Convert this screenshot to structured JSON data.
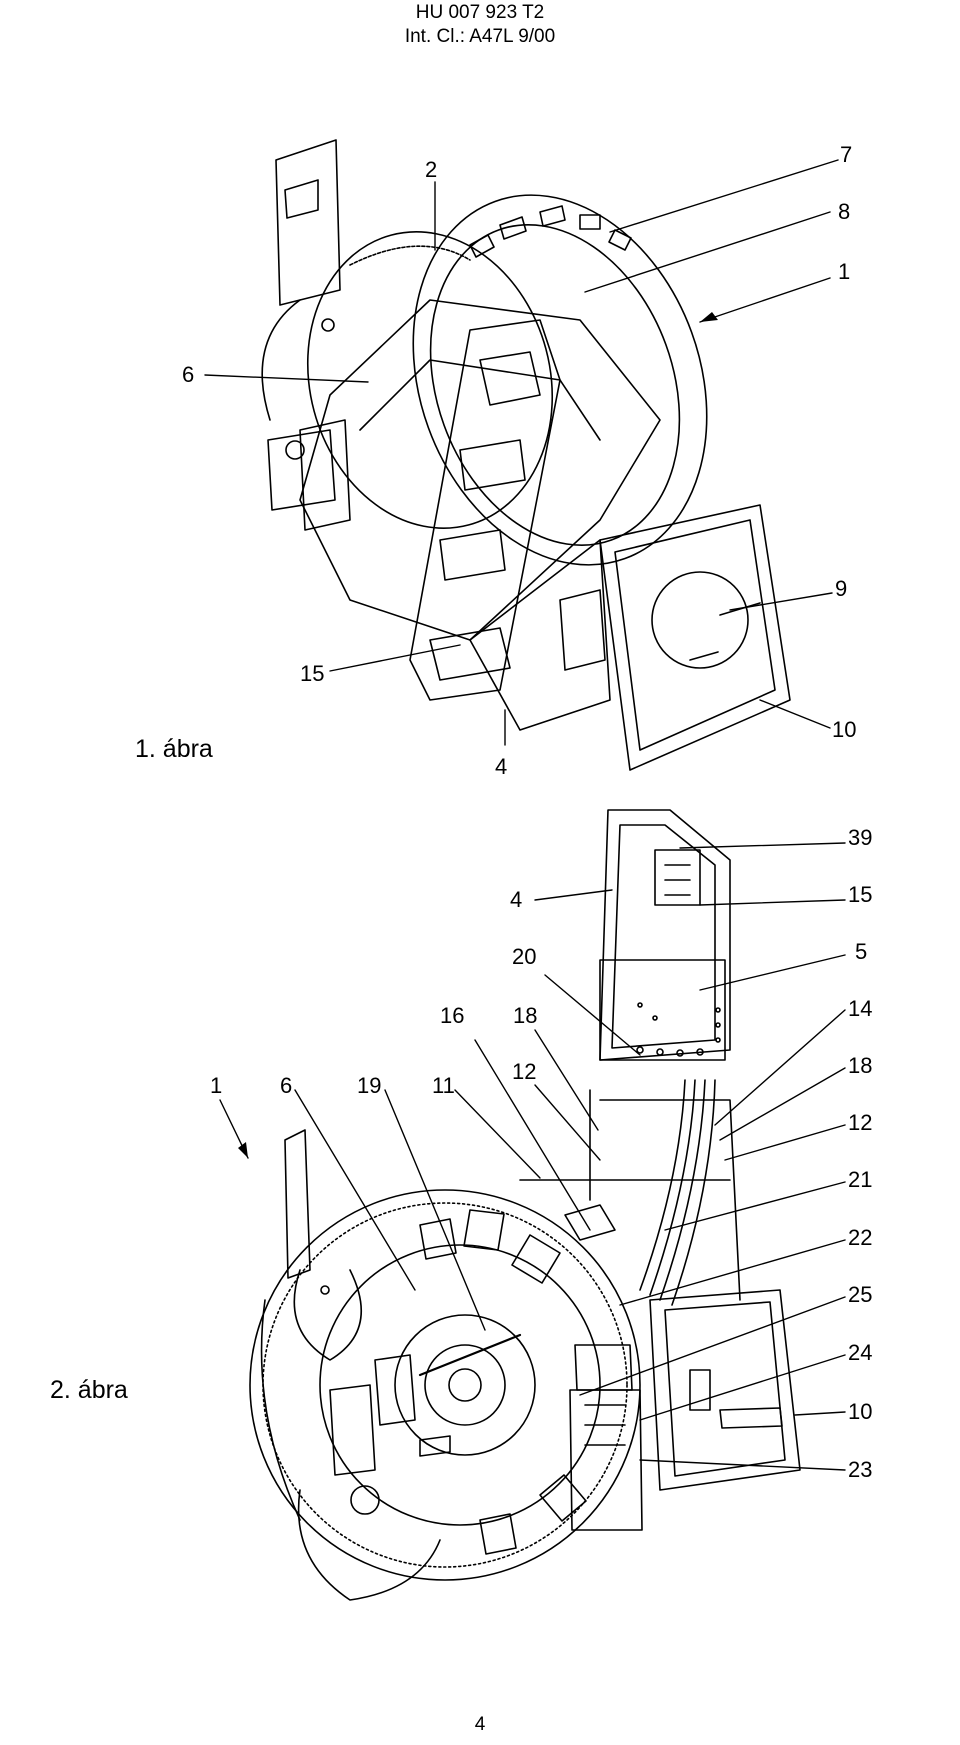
{
  "header": {
    "doc_number": "HU 007 923 T2",
    "classification": "Int. Cl.: A47L 9/00"
  },
  "figure1": {
    "caption": "1. ábra",
    "labels": [
      "2",
      "7",
      "8",
      "1",
      "6",
      "9",
      "15",
      "10",
      "4"
    ]
  },
  "figure2": {
    "caption": "2. ábra",
    "labels": [
      "39",
      "4",
      "15",
      "5",
      "20",
      "16",
      "18",
      "14",
      "18",
      "1",
      "6",
      "19",
      "11",
      "12",
      "12",
      "21",
      "22",
      "25",
      "24",
      "10",
      "23"
    ]
  },
  "footer": {
    "page_number": "4"
  }
}
